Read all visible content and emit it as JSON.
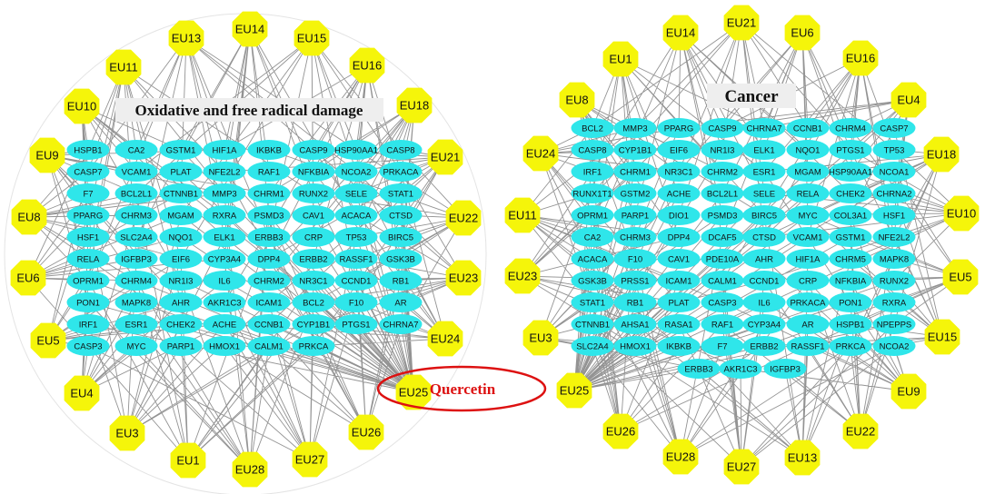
{
  "colors": {
    "gene": "#2fe6ea",
    "compound": "#f5f50a",
    "edge": "#808080",
    "quercetin": "#dd1111"
  },
  "left": {
    "title": "Oxidative and free radical damage",
    "genes": [
      [
        "HSPB1",
        "CA2",
        "GSTM1",
        "HIF1A",
        "IKBKB",
        "CASP9",
        "HSP90AA1",
        "CASP8"
      ],
      [
        "CASP7",
        "VCAM1",
        "PLAT",
        "NFE2L2",
        "RAF1",
        "NFKBIA",
        "NCOA2",
        "PRKACA"
      ],
      [
        "F7",
        "BCL2L1",
        "CTNNB1",
        "MMP3",
        "CHRM1",
        "RUNX2",
        "SELE",
        "STAT1"
      ],
      [
        "PPARG",
        "CHRM3",
        "MGAM",
        "RXRA",
        "PSMD3",
        "CAV1",
        "ACACA",
        "CTSD"
      ],
      [
        "HSF1",
        "SLC2A4",
        "NQO1",
        "ELK1",
        "ERBB3",
        "CRP",
        "TP53",
        "BIRC5"
      ],
      [
        "RELA",
        "IGFBP3",
        "EIF6",
        "CYP3A4",
        "DPP4",
        "ERBB2",
        "RASSF1",
        "GSK3B"
      ],
      [
        "OPRM1",
        "CHRM4",
        "NR1I3",
        "IL6",
        "CHRM2",
        "NR3C1",
        "CCND1",
        "RB1"
      ],
      [
        "PON1",
        "MAPK8",
        "AHR",
        "AKR1C3",
        "ICAM1",
        "BCL2",
        "F10",
        "AR"
      ],
      [
        "IRF1",
        "ESR1",
        "CHEK2",
        "ACHE",
        "CCNB1",
        "CYP1B1",
        "PTGS1",
        "CHRNA7"
      ],
      [
        "CASP3",
        "MYC",
        "PARP1",
        "HMOX1",
        "CALM1",
        "PRKCA"
      ]
    ],
    "compounds": [
      "EU14",
      "EU13",
      "EU15",
      "EU11",
      "EU16",
      "EU10",
      "EU18",
      "EU9",
      "EU21",
      "EU8",
      "EU22",
      "EU6",
      "EU23",
      "EU5",
      "EU24",
      "EU4",
      "EU25",
      "EU3",
      "EU26",
      "EU1",
      "EU28",
      "EU27"
    ]
  },
  "right": {
    "title": "Cancer",
    "genes": [
      [
        "BCL2",
        "MMP3",
        "PPARG",
        "CASP9",
        "CHRNA7",
        "CCNB1",
        "CHRM4",
        "CASP7"
      ],
      [
        "CASP8",
        "CYP1B1",
        "EIF6",
        "NR1I3",
        "ELK1",
        "NQO1",
        "PTGS1",
        "TP53"
      ],
      [
        "IRF1",
        "CHRM1",
        "NR3C1",
        "CHRM2",
        "ESR1",
        "MGAM",
        "HSP90AA1",
        "NCOA1"
      ],
      [
        "RUNX1T1",
        "GSTM2",
        "ACHE",
        "BCL2L1",
        "SELE",
        "RELA",
        "CHEK2",
        "CHRNA2"
      ],
      [
        "OPRM1",
        "PARP1",
        "DIO1",
        "PSMD3",
        "BIRC5",
        "MYC",
        "COL3A1",
        "HSF1"
      ],
      [
        "CA2",
        "CHRM3",
        "DPP4",
        "DCAF5",
        "CTSD",
        "VCAM1",
        "GSTM1",
        "NFE2L2"
      ],
      [
        "ACACA",
        "F10",
        "CAV1",
        "PDE10A",
        "AHR",
        "HIF1A",
        "CHRM5",
        "MAPK8"
      ],
      [
        "GSK3B",
        "PRSS1",
        "ICAM1",
        "CALM1",
        "CCND1",
        "CRP",
        "NFKBIA",
        "RUNX2"
      ],
      [
        "STAT1",
        "RB1",
        "PLAT",
        "CASP3",
        "IL6",
        "PRKACA",
        "PON1",
        "RXRA"
      ],
      [
        "CTNNB1",
        "AHSA1",
        "RASA1",
        "RAF1",
        "CYP3A4",
        "AR",
        "HSPB1",
        "NPEPPS"
      ],
      [
        "SLC2A4",
        "HMOX1",
        "IKBKB",
        "F7",
        "ERBB2",
        "RASSF1",
        "PRKCA",
        "NCOA2"
      ],
      [
        "ERBB3",
        "AKR1C3",
        "IGFBP3"
      ]
    ],
    "compounds": [
      "EU21",
      "EU14",
      "EU6",
      "EU1",
      "EU16",
      "EU8",
      "EU4",
      "EU24",
      "EU18",
      "EU11",
      "EU10",
      "EU5",
      "EU23",
      "EU3",
      "EU15",
      "EU25",
      "EU9",
      "EU26",
      "EU22",
      "EU28",
      "EU13",
      "EU27"
    ]
  },
  "quercetin": "Quercetin"
}
